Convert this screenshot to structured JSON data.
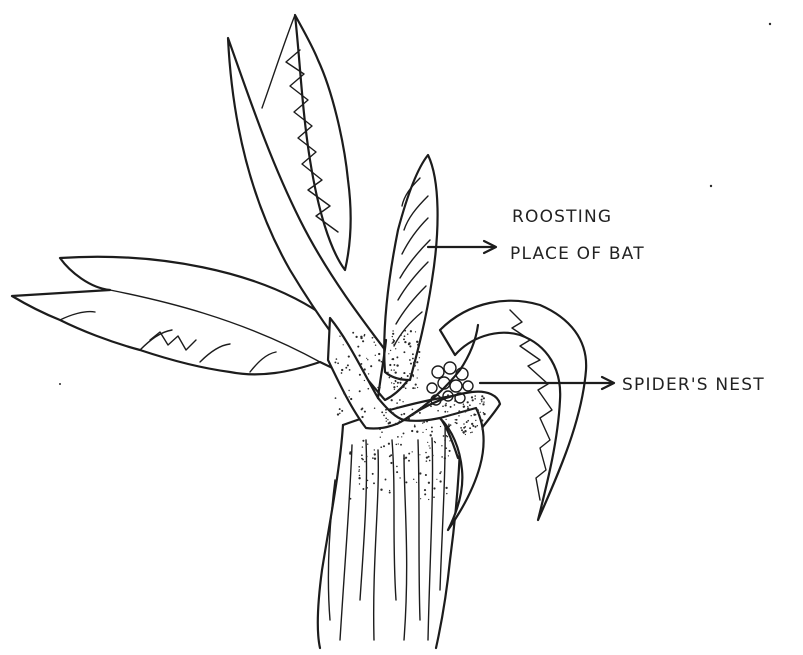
{
  "labels": {
    "roosting_line1": "ROOSTING",
    "roosting_line2": "PLACE OF BAT",
    "spider_nest": "SPIDER'S NEST"
  },
  "colors": {
    "ink": "#1c1c1c",
    "background": "#ffffff"
  }
}
